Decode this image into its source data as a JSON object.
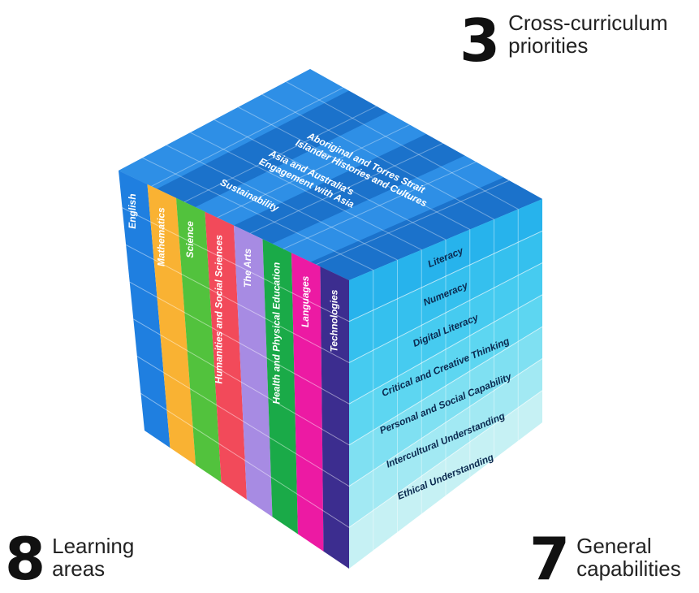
{
  "callouts": {
    "priorities": {
      "number": "3",
      "line1": "Cross-curriculum",
      "line2": "priorities"
    },
    "areas": {
      "number": "8",
      "line1": "Learning",
      "line2": "areas"
    },
    "capabilities": {
      "number": "7",
      "line1": "General",
      "line2": "capabilities"
    }
  },
  "learning_areas": [
    {
      "label": "English",
      "color": "#1f7fe0"
    },
    {
      "label": "Mathematics",
      "color": "#f9b233"
    },
    {
      "label": "Science",
      "color": "#52c23d"
    },
    {
      "label": "Humanities and Social Sciences",
      "color": "#f24a5a"
    },
    {
      "label": "The Arts",
      "color": "#a78be3"
    },
    {
      "label": "Health and Physical Education",
      "color": "#1aaa48"
    },
    {
      "label": "Languages",
      "color": "#ec1aa3"
    },
    {
      "label": "Technologies",
      "color": "#3c2d8f"
    }
  ],
  "cross_curriculum_priorities": [
    {
      "label": "Aboriginal and Torres Strait Islander Histories and Cultures"
    },
    {
      "label": "Asia and Australia's Engagement with Asia"
    },
    {
      "label": "Sustainability"
    }
  ],
  "general_capabilities": [
    {
      "label": "Literacy",
      "color": "#27b3ec"
    },
    {
      "label": "Numeracy",
      "color": "#35c0ee"
    },
    {
      "label": "Digital Literacy",
      "color": "#46cbf0"
    },
    {
      "label": "Critical and Creative Thinking",
      "color": "#5dd6f1"
    },
    {
      "label": "Personal and Social Capability",
      "color": "#7fe0f2"
    },
    {
      "label": "Intercultural Understanding",
      "color": "#a2e9f3"
    },
    {
      "label": "Ethical Understanding",
      "color": "#c6f1f4"
    }
  ],
  "colors": {
    "top_light": "#2f8fe6",
    "top_dark": "#1a6fc8",
    "text": "#ffffff",
    "label_dark": "#0b2a50"
  }
}
